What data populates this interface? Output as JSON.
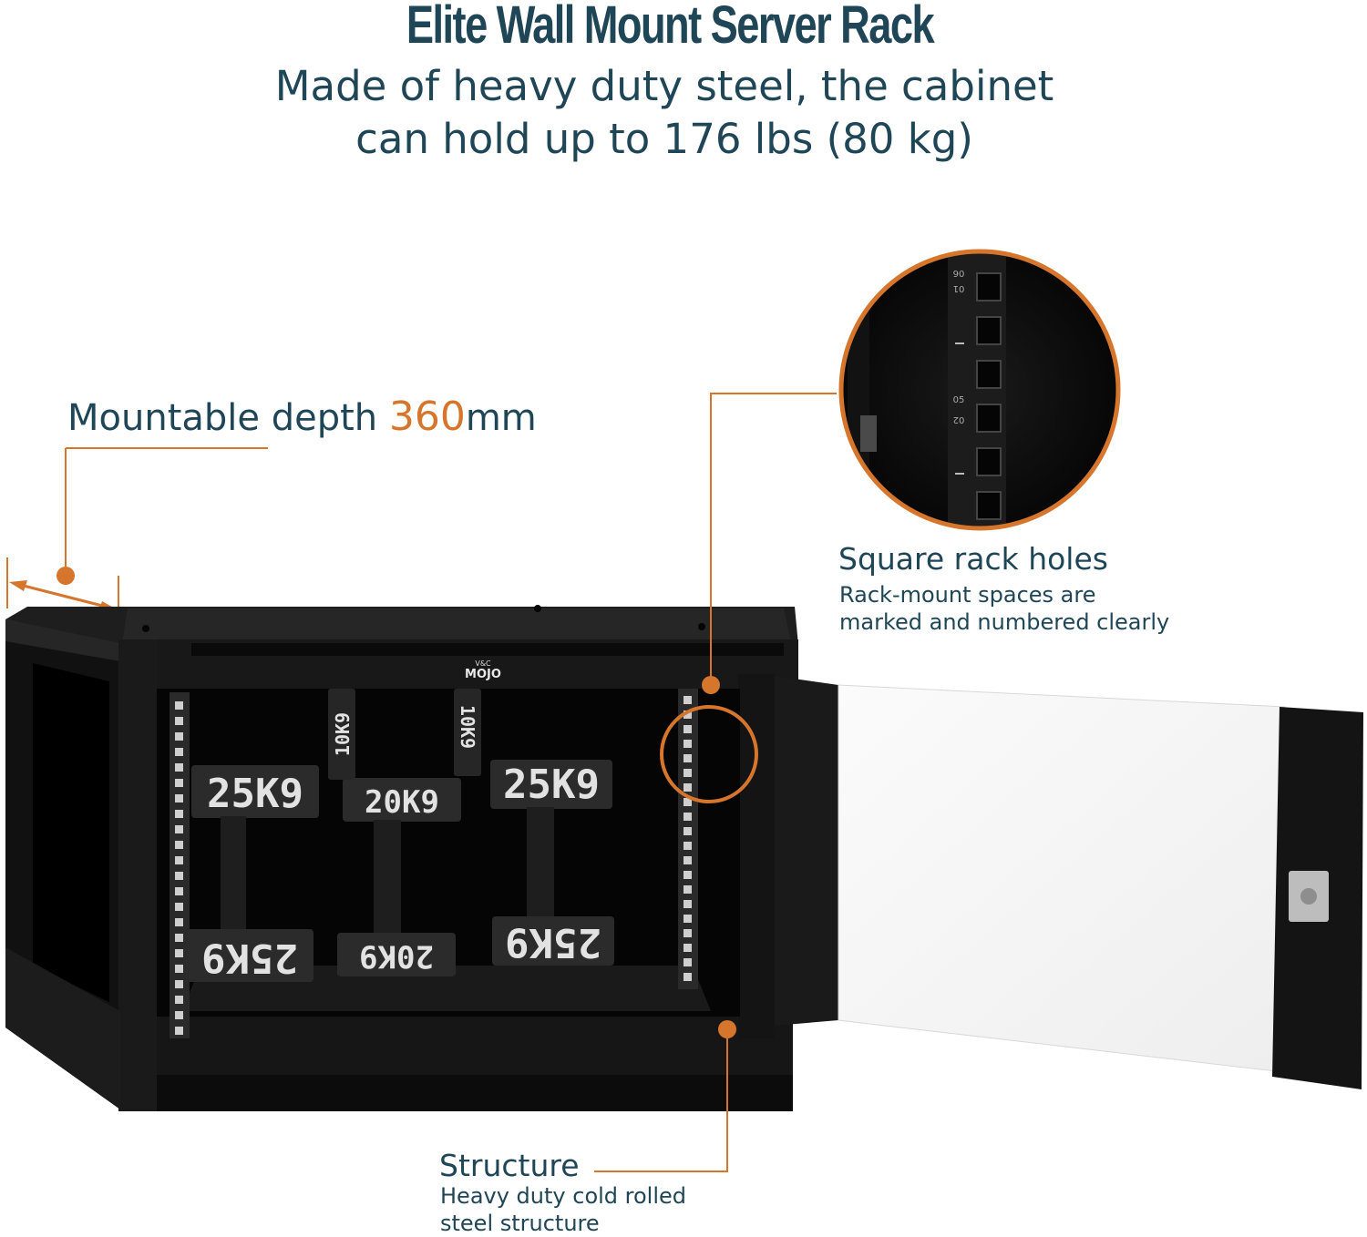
{
  "header": {
    "title": "Elite Wall Mount Server Rack",
    "subtitle_line1": "Made of heavy duty steel, the cabinet",
    "subtitle_line2": "can hold up to 176 lbs (80 kg)"
  },
  "depth_callout": {
    "prefix": "Mountable depth ",
    "value": "360",
    "unit": "mm"
  },
  "rack_holes_callout": {
    "title": "Square rack holes",
    "line1": "Rack-mount spaces are",
    "line2": "marked and numbered clearly",
    "rail_numbers": [
      "06",
      "01",
      "05",
      "02"
    ]
  },
  "structure_callout": {
    "title": "Structure",
    "line1": "Heavy duty cold rolled",
    "line2": "steel structure"
  },
  "product": {
    "brand_small": "V&C",
    "brand": "MOJO",
    "weights": [
      "25K9",
      "20K9",
      "25K9",
      "10K9",
      "10K9",
      "25K9",
      "20K9",
      "25K9"
    ]
  },
  "colors": {
    "text": "#1f4656",
    "accent": "#d6752c",
    "cabinet": "#141414"
  }
}
